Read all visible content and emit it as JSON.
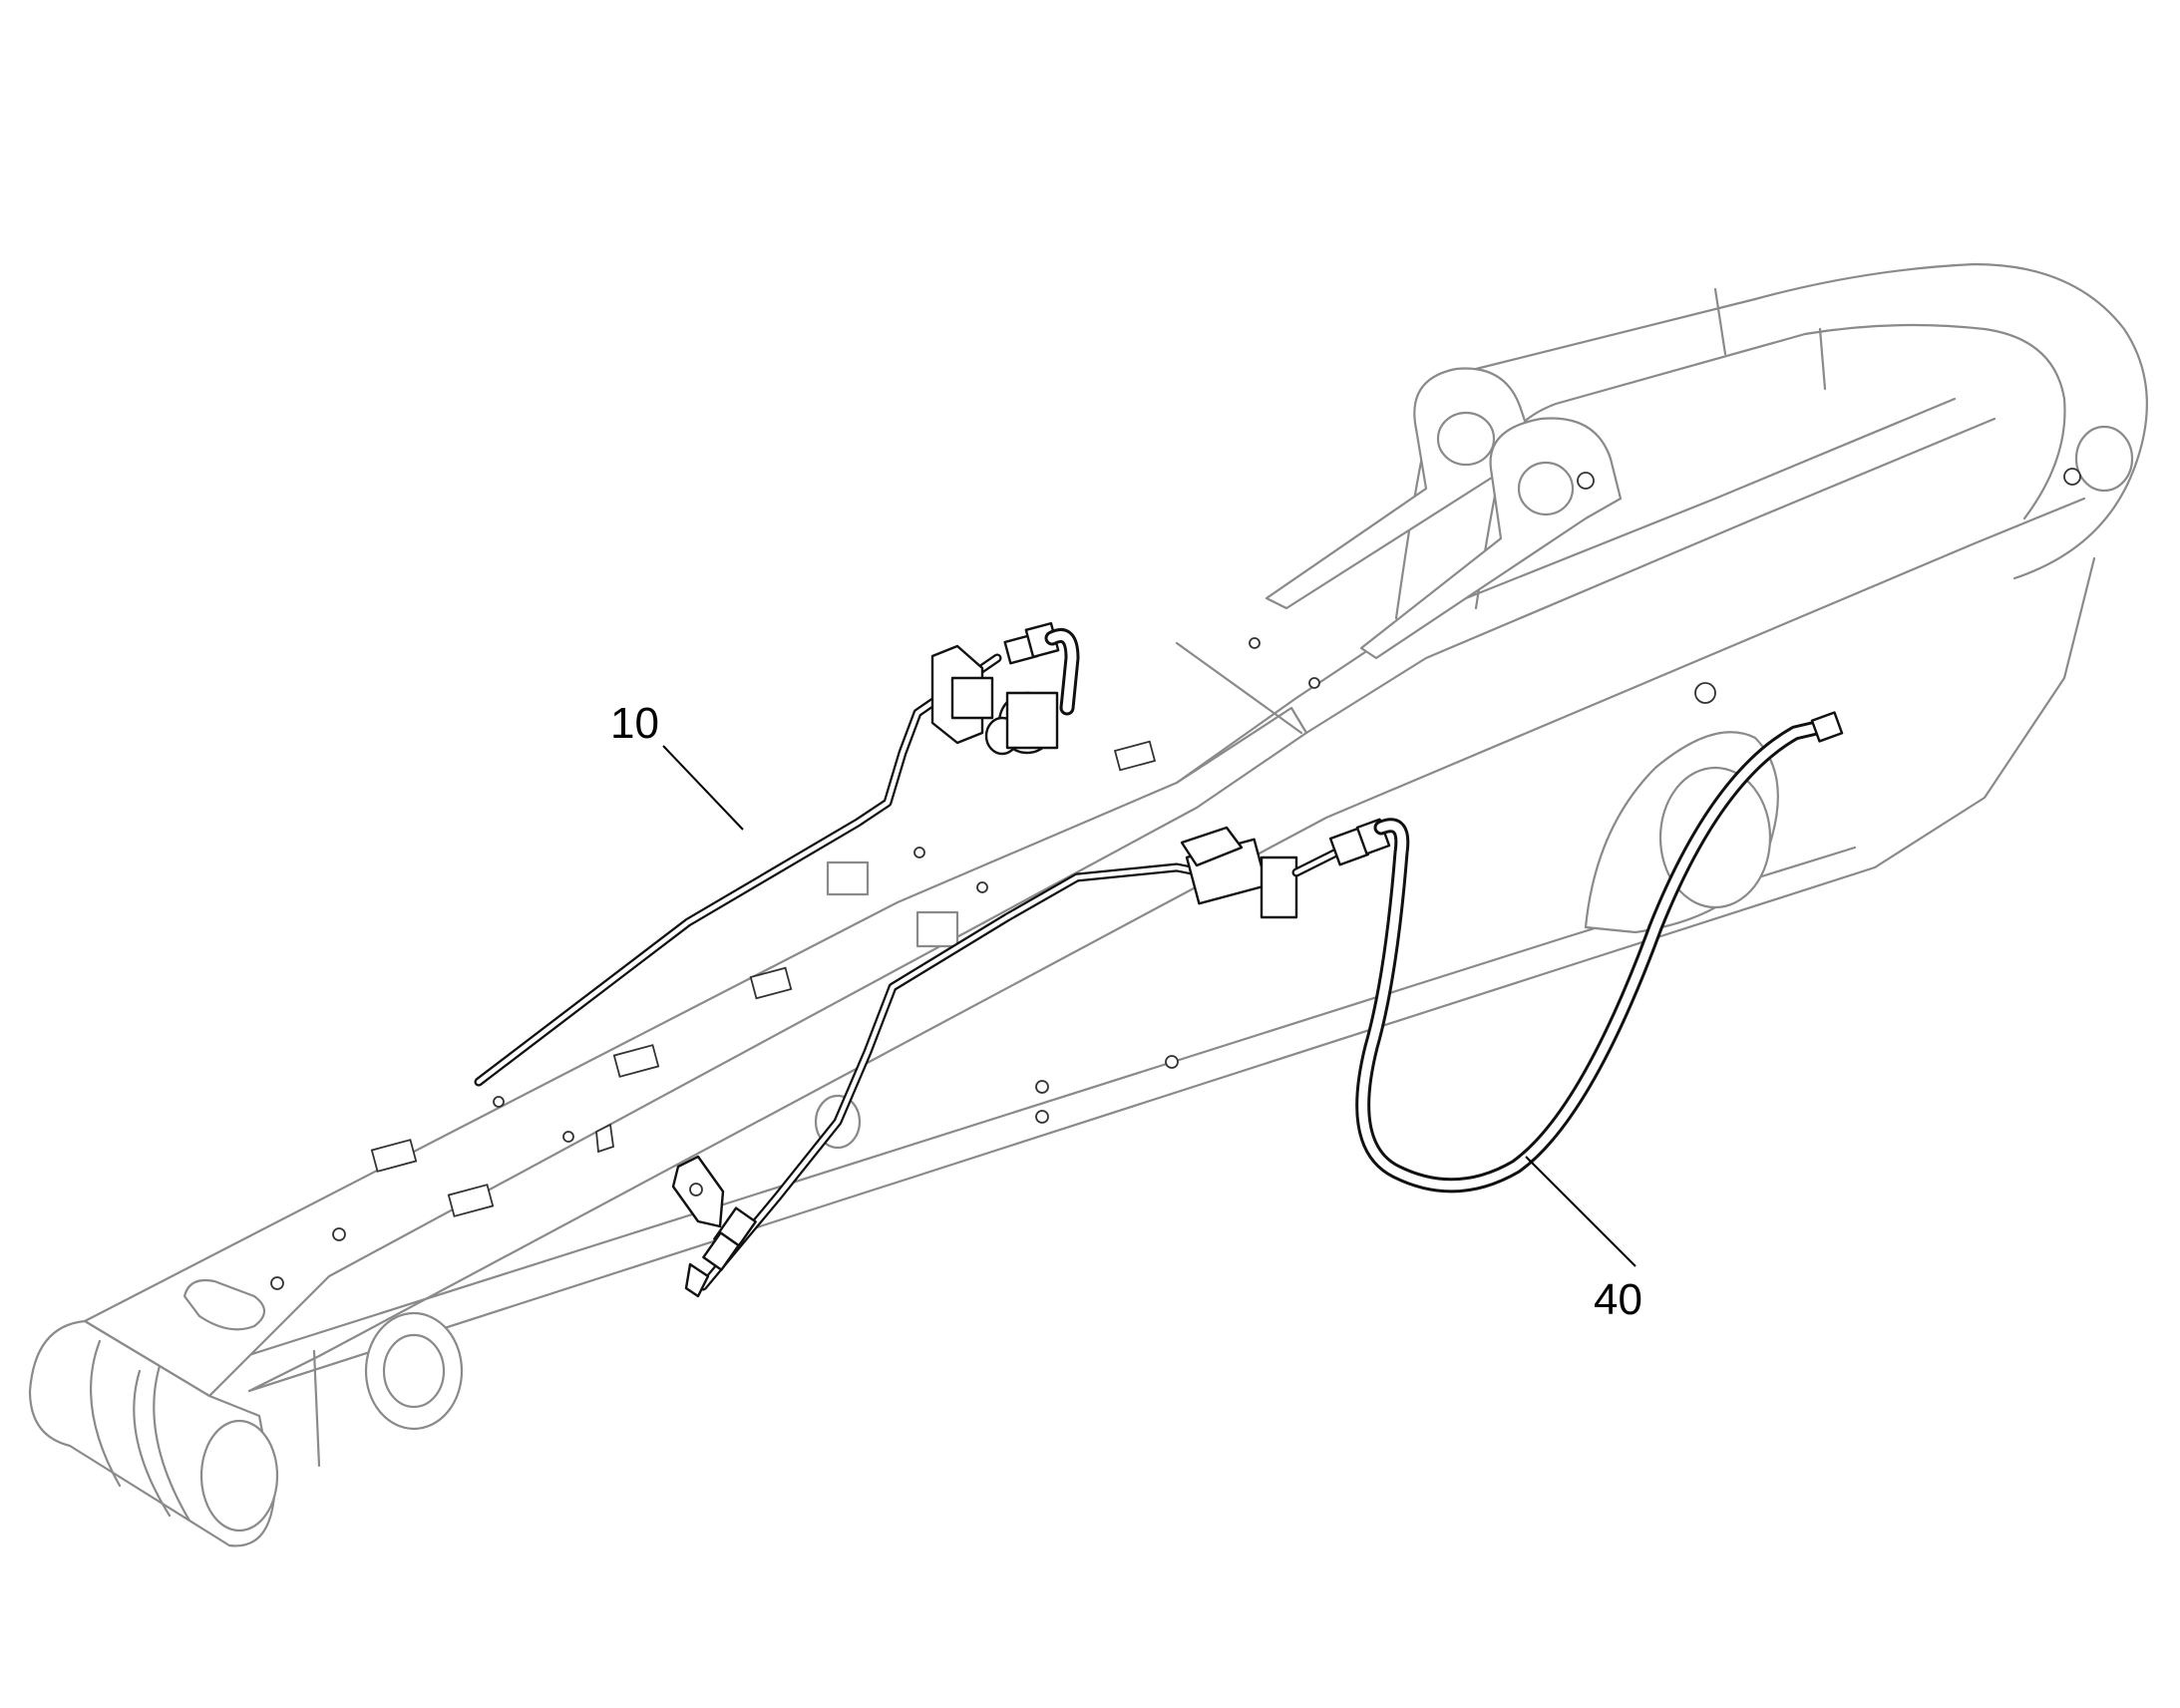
{
  "callouts": [
    {
      "id": "part-10",
      "label": "10"
    },
    {
      "id": "part-40",
      "label": "40"
    }
  ],
  "colors": {
    "background": "#ffffff",
    "boom_outline": "#8a8a8a",
    "pipe_lines": "#111111",
    "callout_text": "#000000"
  }
}
